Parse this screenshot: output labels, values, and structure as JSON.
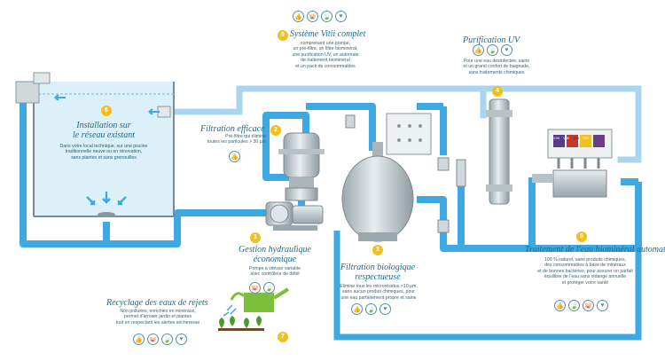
{
  "steps": {
    "s1": {
      "num": "1",
      "title_lines": [
        "Gestion hydraulique",
        "économique"
      ],
      "desc_lines": [
        "Pompe à vitesse variable",
        "avec contrôleur de débit"
      ]
    },
    "s2": {
      "num": "2",
      "title": "Filtration efficace",
      "desc_lines": [
        "Pré-filtre qui élimine",
        "toutes les particules > 30 µm"
      ]
    },
    "s3": {
      "num": "3",
      "title_lines": [
        "Filtration biologique",
        "respectueuse"
      ],
      "desc_lines": [
        "Élimine tous les microrésidus >10 µm,",
        "sans aucun produit chimiques, pour",
        "une eau parfaitement propre et saine"
      ]
    },
    "s4": {
      "num": "4",
      "title": "Purification UV",
      "desc_lines": [
        "Pour une eau désinfectée, saine",
        "et un grand confort de baignade,",
        "sans traitements chimiques"
      ]
    },
    "s5": {
      "num": "5",
      "title": "Traitement de l'eau biominéral automatique",
      "desc_lines": [
        "100 % naturel, sans produits chimiques,",
        "des consommables à base de minéraux",
        "et de bonnes bactéries, pour assurer un parfait",
        "équilibre de l'eau sans vidange annuelle",
        "et protéger votre santé"
      ]
    },
    "s6": {
      "num": "6",
      "title_lines": [
        "Installation sur",
        "le réseau existant"
      ],
      "desc_lines": [
        "Dans votre local technique, sur une piscine",
        "traditionnelle neuve ou en rénovation,",
        "sans plantes et sans grenouilles"
      ]
    },
    "s7": {
      "num": "7",
      "title": "Recyclage des eaux de rejets",
      "desc_lines": [
        "Non polluées, enrichies en minéraux,",
        "permet d'arroser jardin et plantes",
        "tout en respectant les alertes sécheresse"
      ]
    },
    "s9": {
      "num": "9",
      "title": "Système Vitii complet",
      "desc_lines": [
        "comprenant une pompe,",
        "un pré-filtre, un filtre biominéral,",
        "une purification UV, un automate",
        "de traitement biominéral",
        "et un pack de consommables"
      ]
    }
  },
  "device_labels": [
    "VIIII",
    "VIIII",
    "VIIII",
    "VIIII"
  ],
  "colors": {
    "pipe": "#3ea8e0",
    "pipe_light": "#b9dcef",
    "accent": "#f2c01e",
    "water": "#dcf0fa",
    "equipment": "#cfd8dc"
  },
  "icon_names": [
    "thumbs-up-icon",
    "pig-icon",
    "leaf-icon",
    "heart-icon"
  ]
}
